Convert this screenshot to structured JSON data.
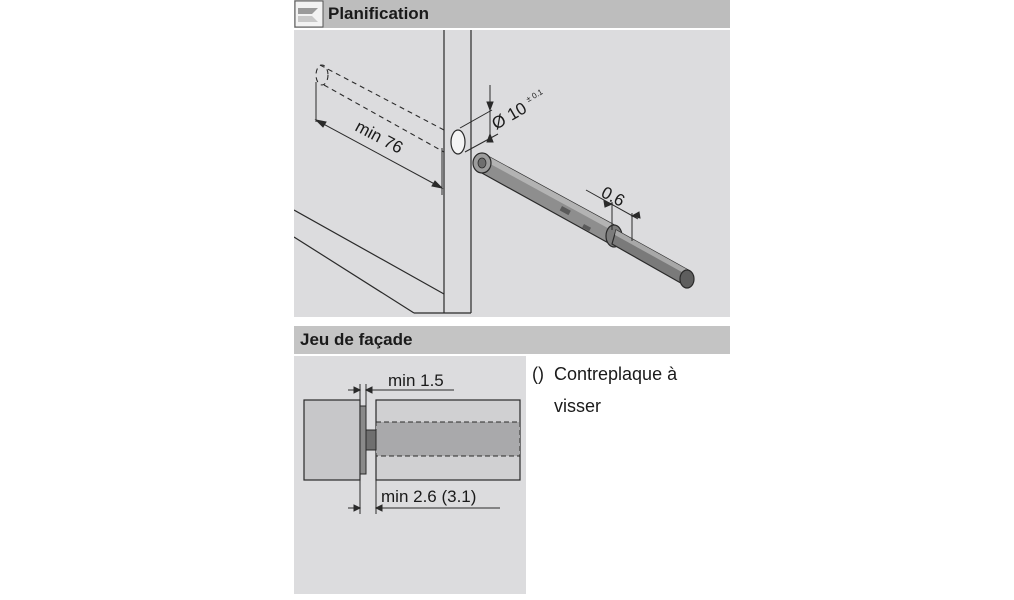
{
  "sections": {
    "planning": {
      "title": "Planification",
      "dimensions": {
        "depth": "min 76",
        "diameter": "Ø 10",
        "diameter_tolerance": "± 0.1",
        "gap": "0.6"
      }
    },
    "front_gap": {
      "title": "Jeu de façade",
      "dimensions": {
        "min_gap": "min 1.5",
        "min_gap_alt": "min 2.6 (3.1)"
      },
      "note": {
        "marker": "()",
        "line1": "Contreplaque à",
        "line2": "visser"
      }
    }
  },
  "colors": {
    "header_bg": "#bdbdbd",
    "panel_bg": "#dcdcde",
    "line": "#2a2a2a"
  },
  "icons": {
    "header_corner": "folded-corner-icon"
  }
}
